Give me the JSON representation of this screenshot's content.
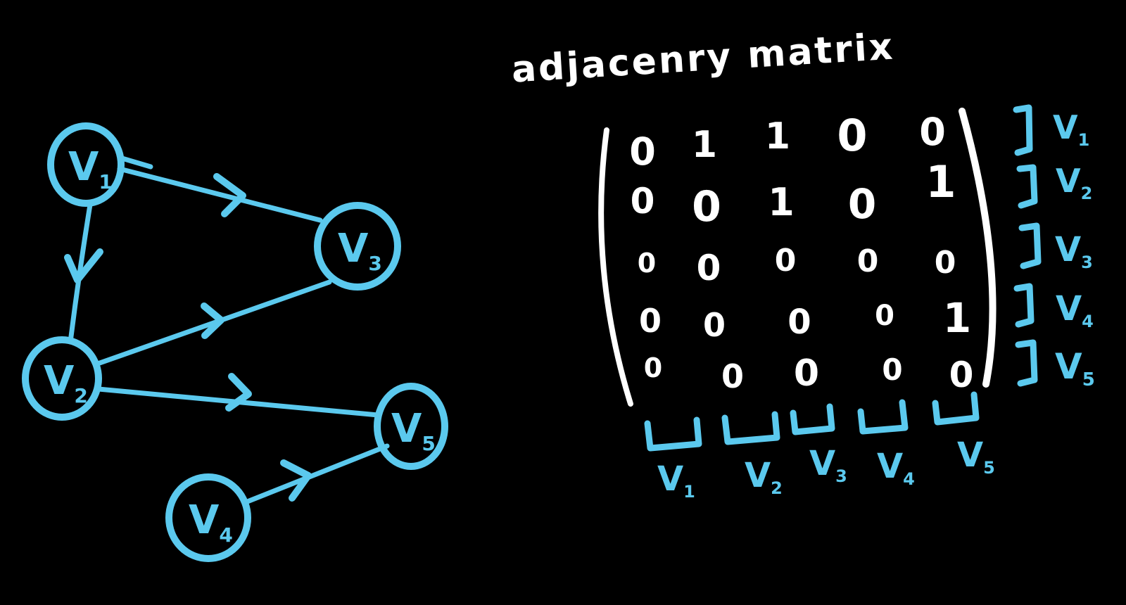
{
  "title": "adjacenry matrix",
  "colors": {
    "background": "#000000",
    "ink": "#ffffff",
    "accent": "#5bc9ee"
  },
  "graph": {
    "nodes": [
      {
        "id": "V1",
        "base": "V",
        "sub": "1"
      },
      {
        "id": "V2",
        "base": "V",
        "sub": "2"
      },
      {
        "id": "V3",
        "base": "V",
        "sub": "3"
      },
      {
        "id": "V4",
        "base": "V",
        "sub": "4"
      },
      {
        "id": "V5",
        "base": "V",
        "sub": "5"
      }
    ],
    "edges": [
      {
        "from": "V1",
        "to": "V2"
      },
      {
        "from": "V1",
        "to": "V3"
      },
      {
        "from": "V2",
        "to": "V3"
      },
      {
        "from": "V2",
        "to": "V5"
      },
      {
        "from": "V4",
        "to": "V5"
      }
    ]
  },
  "matrix": {
    "values": [
      [
        0,
        1,
        1,
        0,
        0
      ],
      [
        0,
        0,
        1,
        0,
        1
      ],
      [
        0,
        0,
        0,
        0,
        0
      ],
      [
        0,
        0,
        0,
        0,
        1
      ],
      [
        0,
        0,
        0,
        0,
        0
      ]
    ],
    "row_labels": [
      {
        "base": "V",
        "sub": "1"
      },
      {
        "base": "V",
        "sub": "2"
      },
      {
        "base": "V",
        "sub": "3"
      },
      {
        "base": "V",
        "sub": "4"
      },
      {
        "base": "V",
        "sub": "5"
      }
    ],
    "col_labels": [
      {
        "base": "V",
        "sub": "1"
      },
      {
        "base": "V",
        "sub": "2"
      },
      {
        "base": "V",
        "sub": "3"
      },
      {
        "base": "V",
        "sub": "4"
      },
      {
        "base": "V",
        "sub": "5"
      }
    ]
  }
}
